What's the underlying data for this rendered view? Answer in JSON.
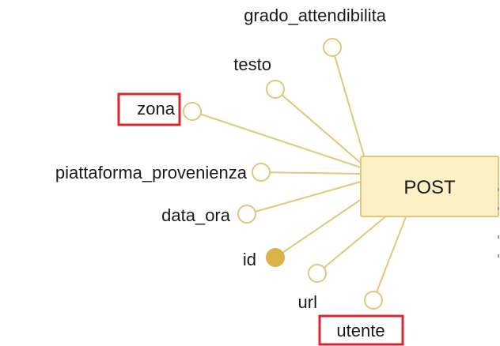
{
  "entity": {
    "name": "POST"
  },
  "attributes": [
    {
      "id": "grado_attendibilita",
      "label": "grado_attendibilita",
      "key": false,
      "highlighted": false
    },
    {
      "id": "testo",
      "label": "testo",
      "key": false,
      "highlighted": false
    },
    {
      "id": "zona",
      "label": "zona",
      "key": false,
      "highlighted": true
    },
    {
      "id": "piattaforma_provenienza",
      "label": "piattaforma_provenienza",
      "key": false,
      "highlighted": false
    },
    {
      "id": "data_ora",
      "label": "data_ora",
      "key": false,
      "highlighted": false
    },
    {
      "id": "id",
      "label": "id",
      "key": true,
      "highlighted": false
    },
    {
      "id": "url",
      "label": "url",
      "key": false,
      "highlighted": false
    },
    {
      "id": "utente",
      "label": "utente",
      "key": false,
      "highlighted": true
    }
  ],
  "colors": {
    "line": "#e2c77a",
    "entity_fill": "#fdf0c4",
    "entity_border": "#e2c77a",
    "key_fill": "#d9b24a",
    "highlight_box": "#d7262e"
  }
}
